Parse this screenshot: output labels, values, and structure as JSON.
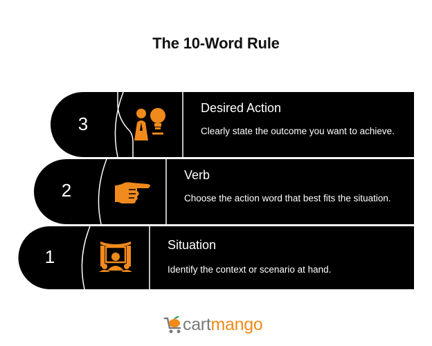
{
  "title": "The 10-Word Rule",
  "steps": [
    {
      "number": "1",
      "title": "Situation",
      "description": "Identify the context or scenario at hand.",
      "icon": "audience-presentation-icon"
    },
    {
      "number": "2",
      "title": "Verb",
      "description": "Choose the action word that best fits the situation.",
      "icon": "pointing-hand-icon"
    },
    {
      "number": "3",
      "title": "Desired Action",
      "description": "Clearly state the outcome you want to achieve.",
      "icon": "person-lightbulb-icon"
    }
  ],
  "logo": {
    "part1": "cart",
    "part2": "mango",
    "icon": "mango-cart-icon"
  },
  "colors": {
    "band": "#000000",
    "accent": "#f08a1c",
    "divider": "#ffffff",
    "logo_gray": "#7a7a7a"
  }
}
